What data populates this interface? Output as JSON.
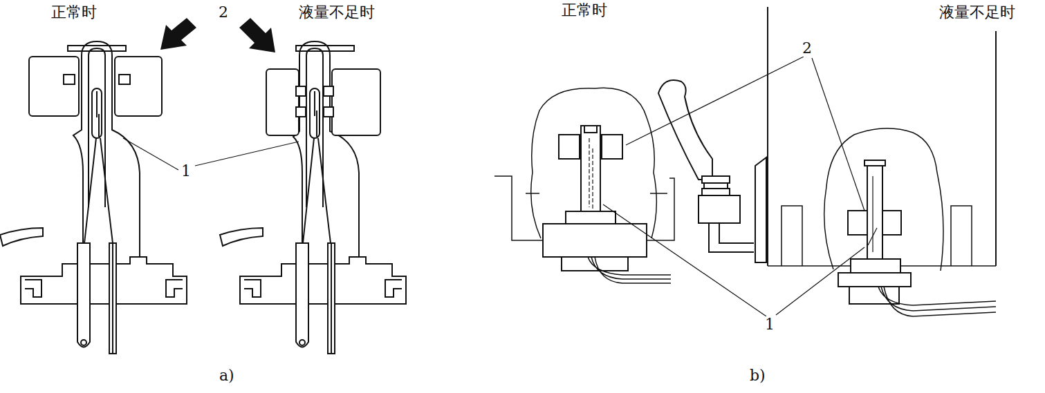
{
  "diagram": {
    "labels": [
      "正常时",
      "2",
      "液量不足时",
      "1",
      "a)",
      "正常时",
      "液量不足时",
      "2",
      "1",
      "b)"
    ]
  }
}
